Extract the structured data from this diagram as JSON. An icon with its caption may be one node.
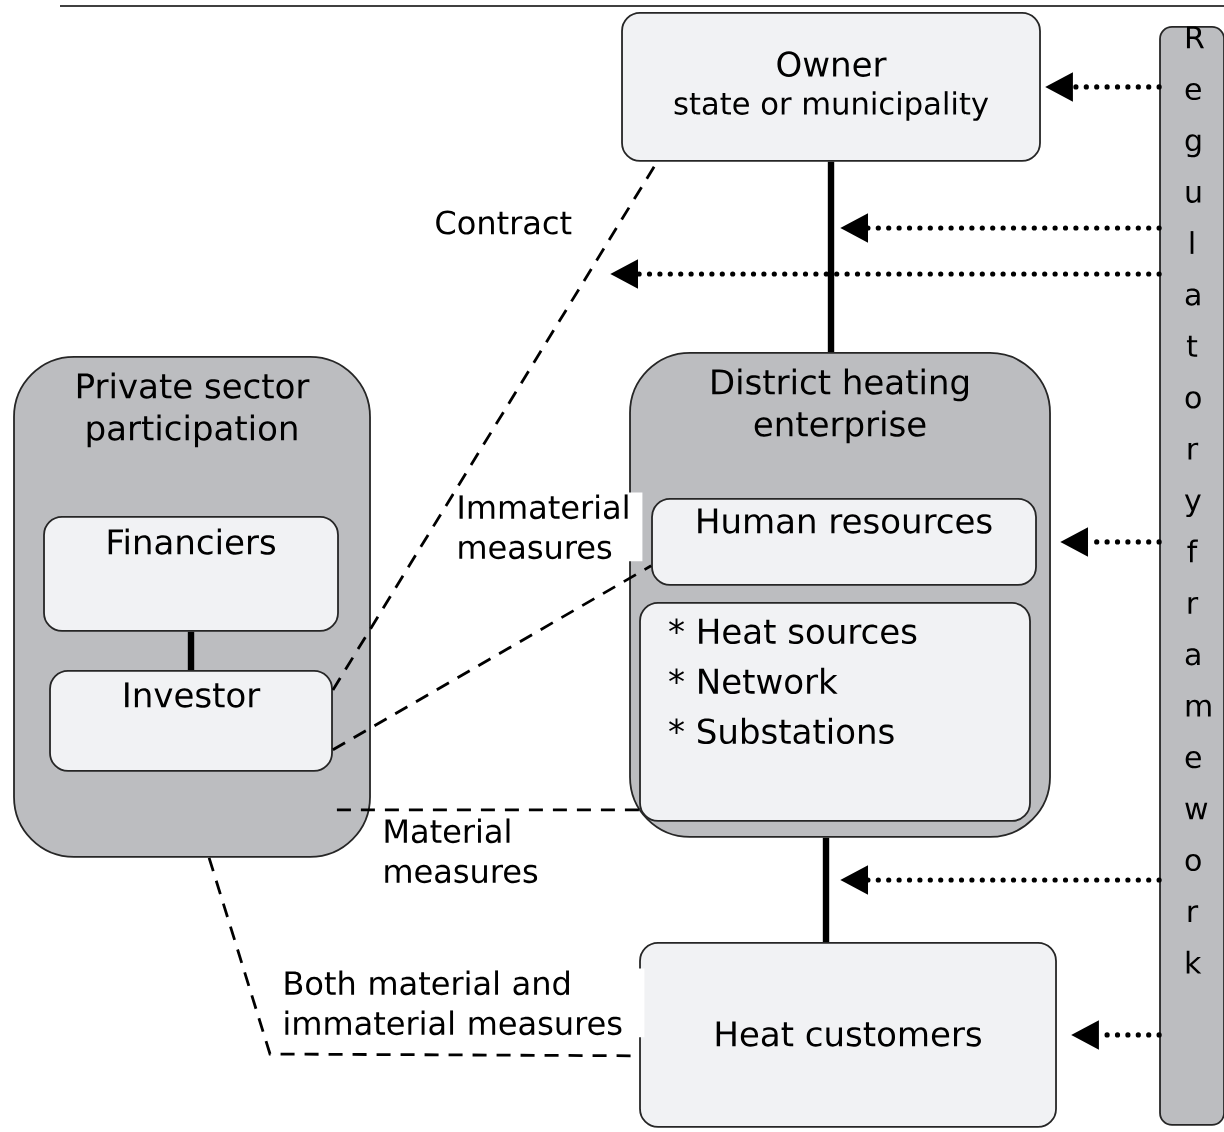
{
  "diagram": {
    "nodes": [
      {
        "text": [
          "Owner",
          "state or municipality"
        ]
      },
      {
        "text": [
          "Private sector participation"
        ]
      },
      {
        "text": [
          "Financiers"
        ],
        "in": 1
      },
      {
        "text": [
          "Investor"
        ],
        "in": 1
      },
      {
        "text": [
          "District heating enterprise"
        ]
      },
      {
        "text": [
          "Human resources"
        ],
        "in": 4
      },
      {
        "text": [
          "* Heat sources",
          "* Network",
          "* Substations"
        ],
        "in": 4
      },
      {
        "text": [
          "Heat customers"
        ]
      },
      {
        "text": [
          "Regulatory framework"
        ]
      }
    ],
    "edges": [
      {
        "from": 0,
        "to": 4,
        "arrow": "none"
      },
      {
        "from": 4,
        "to": 7,
        "arrow": "none"
      },
      {
        "from": 2,
        "to": 3,
        "arrow": "none"
      },
      {
        "from": 3,
        "to": 0,
        "arrow": "none",
        "style": "dashed",
        "label": "Contract"
      },
      {
        "from": 3,
        "to": 5,
        "arrow": "none",
        "style": "dashed",
        "label": "Immaterial measures"
      },
      {
        "from": 1,
        "to": 6,
        "arrow": "none",
        "style": "dashed",
        "label": "Material measures"
      },
      {
        "from": 1,
        "to": 7,
        "arrow": "none",
        "style": "dashed",
        "label": "Both material and immaterial measures"
      },
      {
        "from": 8,
        "to": 0,
        "arrow": "to",
        "style": "dashed"
      },
      {
        "from": 8,
        "to": null,
        "arrow": "to",
        "style": "dashed"
      },
      {
        "from": 8,
        "to": null,
        "arrow": "to",
        "style": "dashed"
      },
      {
        "from": 8,
        "to": 5,
        "arrow": "to",
        "style": "dashed"
      },
      {
        "from": 8,
        "to": null,
        "arrow": "to",
        "style": "dashed"
      },
      {
        "from": 8,
        "to": 7,
        "arrow": "to",
        "style": "dashed"
      }
    ]
  }
}
